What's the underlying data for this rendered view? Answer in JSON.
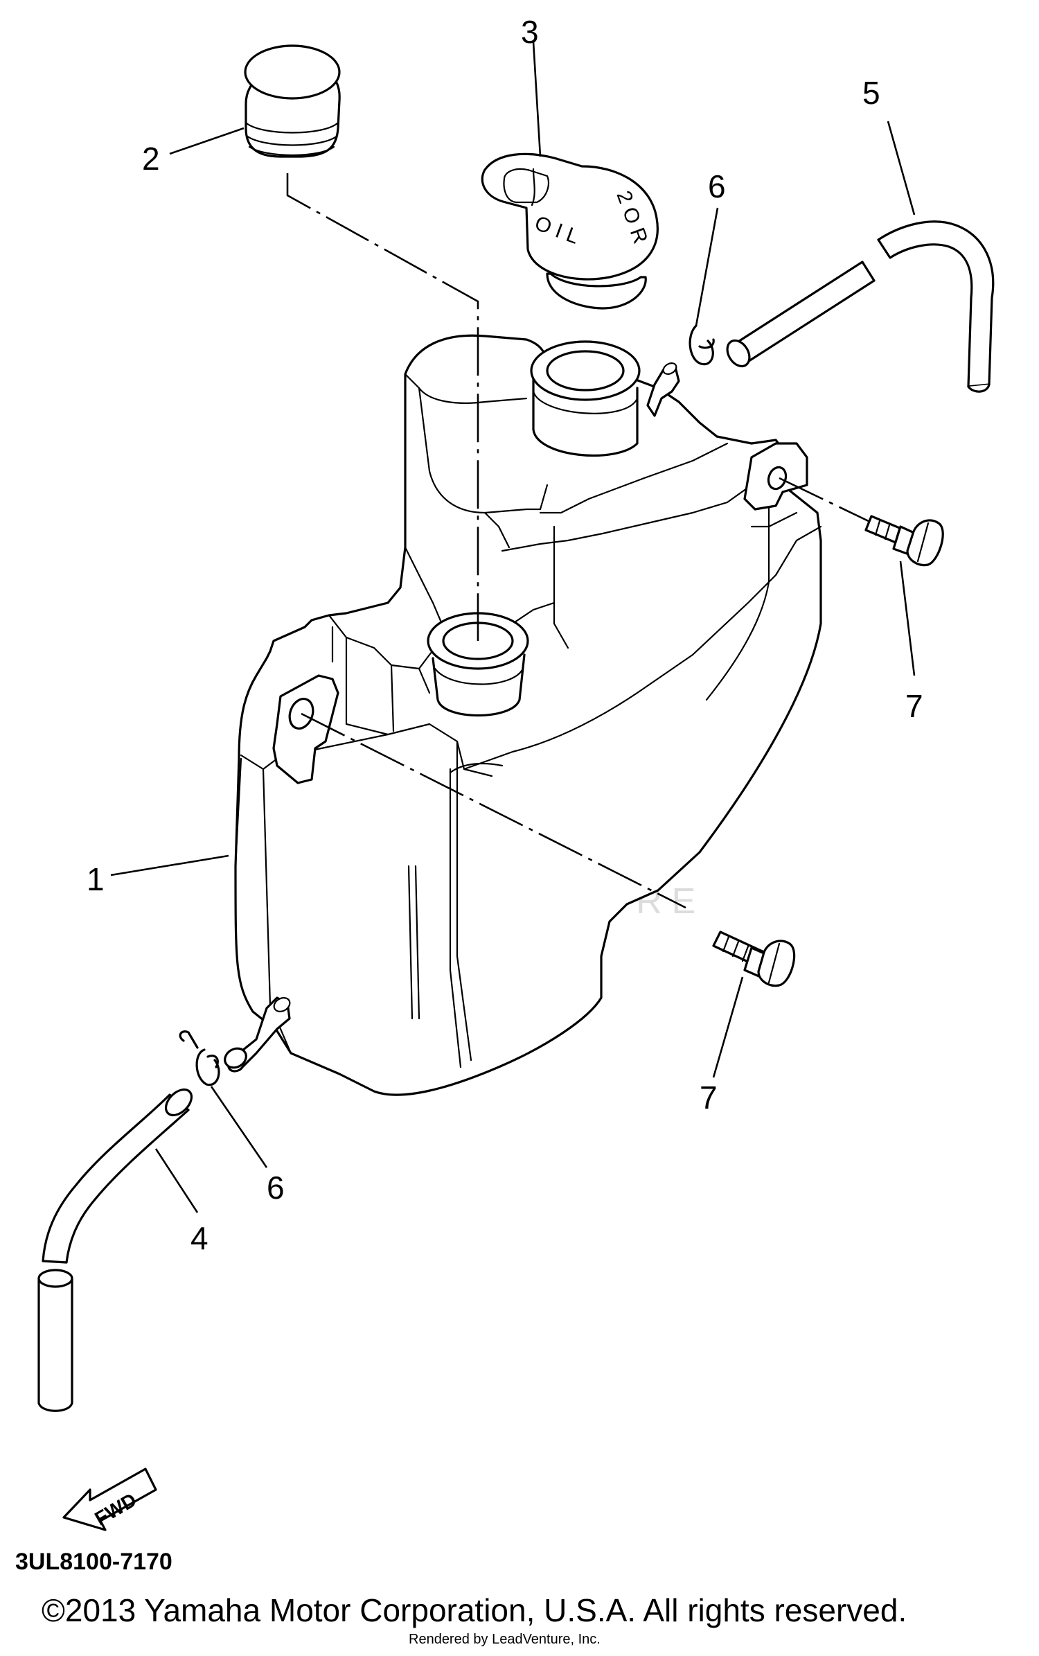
{
  "callouts": [
    {
      "id": "1",
      "label": "1"
    },
    {
      "id": "2",
      "label": "2"
    },
    {
      "id": "3",
      "label": "3"
    },
    {
      "id": "4",
      "label": "4"
    },
    {
      "id": "5",
      "label": "5"
    },
    {
      "id": "6a",
      "label": "6"
    },
    {
      "id": "6b",
      "label": "6"
    },
    {
      "id": "7a",
      "label": "7"
    },
    {
      "id": "7b",
      "label": "7"
    }
  ],
  "oil_cap_text": "OIL 2OR",
  "fwd_label": "FWD",
  "diagram_code": "3UL8100-7170",
  "copyright": "©2013 Yamaha Motor Corporation, U.S.A. All rights reserved.",
  "rendered_by": "Rendered by LeadVenture, Inc.",
  "watermark": "LEADVENTURE"
}
